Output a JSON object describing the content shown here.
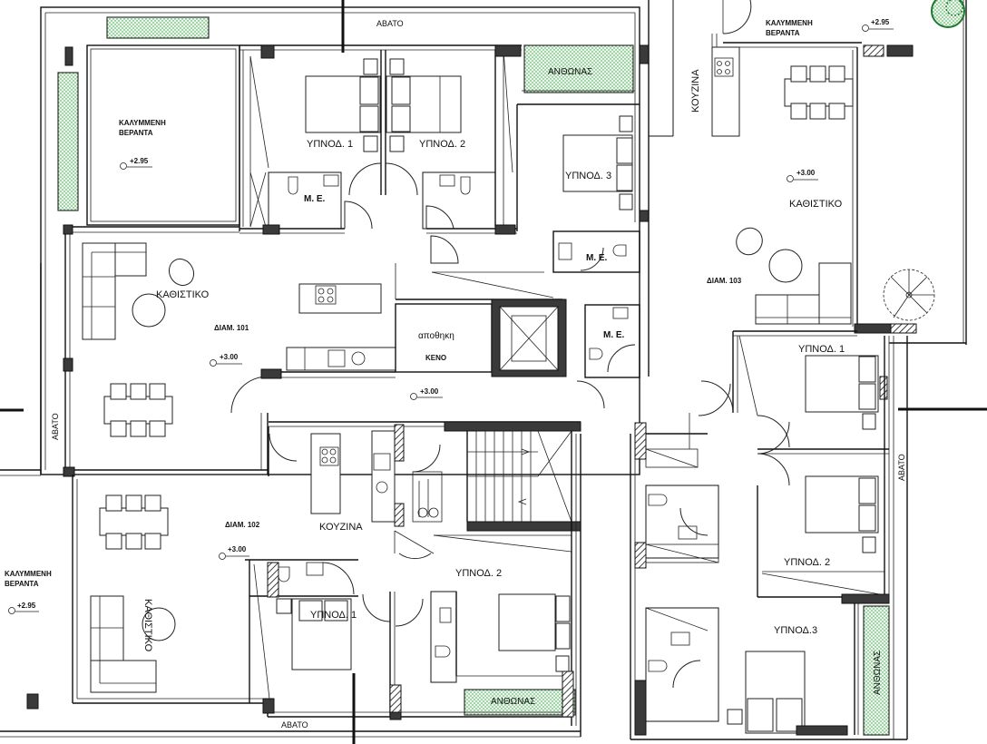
{
  "drawing": {
    "type": "architectural-floor-plan",
    "language": "Greek",
    "colors": {
      "lines": "#111111",
      "planter_fill": "#2e9e3e",
      "column_fill": "#3a3a3a",
      "background": "#ffffff"
    }
  },
  "labels": {
    "abato_top": "ΑΒΑΤΟ",
    "abato_left": "ΑΒΑΤΟ",
    "abato_bottom": "ΑΒΑΤΟ",
    "abato_right": "ΑΒΑΤΟ",
    "planter_top": "ΑΝΘΩΝΑΣ",
    "planter_bottom": "ΑΝΘΩΝΑΣ",
    "planter_right": "ΑΝΘΩΝΑΣ",
    "covered_veranda_line1": "ΚΑΛΥΜΜΕΝΗ",
    "covered_veranda_line2": "ΒΕΡΑΝΤΑ",
    "stair_landing_level": "+3.00",
    "storage": "αποθηκη",
    "void": "ΚΕΝΟ"
  },
  "apartments": {
    "apt101": {
      "id": "ΔΙΑΜ. 101",
      "level": "+3.00",
      "living": "ΚΑΘΙΣΤΙΚΟ",
      "bedroom1": "ΥΠΝΟΔ. 1",
      "bedroom2": "ΥΠΝΟΔ. 2",
      "bedroom3": "ΥΠΝΟΔ. 3",
      "bath1": "Μ. Ε.",
      "bath2": "Μ. Ε.",
      "bath3": "Μ. Ε.",
      "veranda_level": "+2.95"
    },
    "apt102": {
      "id": "ΔΙΑΜ. 102",
      "level": "+3.00",
      "living": "ΚΑΘΙΣΤΙΚΟ",
      "kitchen": "ΚΟΥΖΙΝΑ",
      "bedroom1": "ΥΠΝΟΔ. 1",
      "bedroom2": "ΥΠΝΟΔ. 2",
      "veranda_level": "+2.95"
    },
    "apt103": {
      "id": "ΔΙΑΜ. 103",
      "level": "+3.00",
      "living": "ΚΑΘΙΣΤΙΚΟ",
      "kitchen": "ΚΟΥΖΙΝΑ",
      "bedroom1": "ΥΠΝΟΔ. 1",
      "bedroom2": "ΥΠΝΟΔ. 2",
      "bedroom3": "ΥΠΝΟΔ.3",
      "veranda_level": "+2.95"
    }
  }
}
